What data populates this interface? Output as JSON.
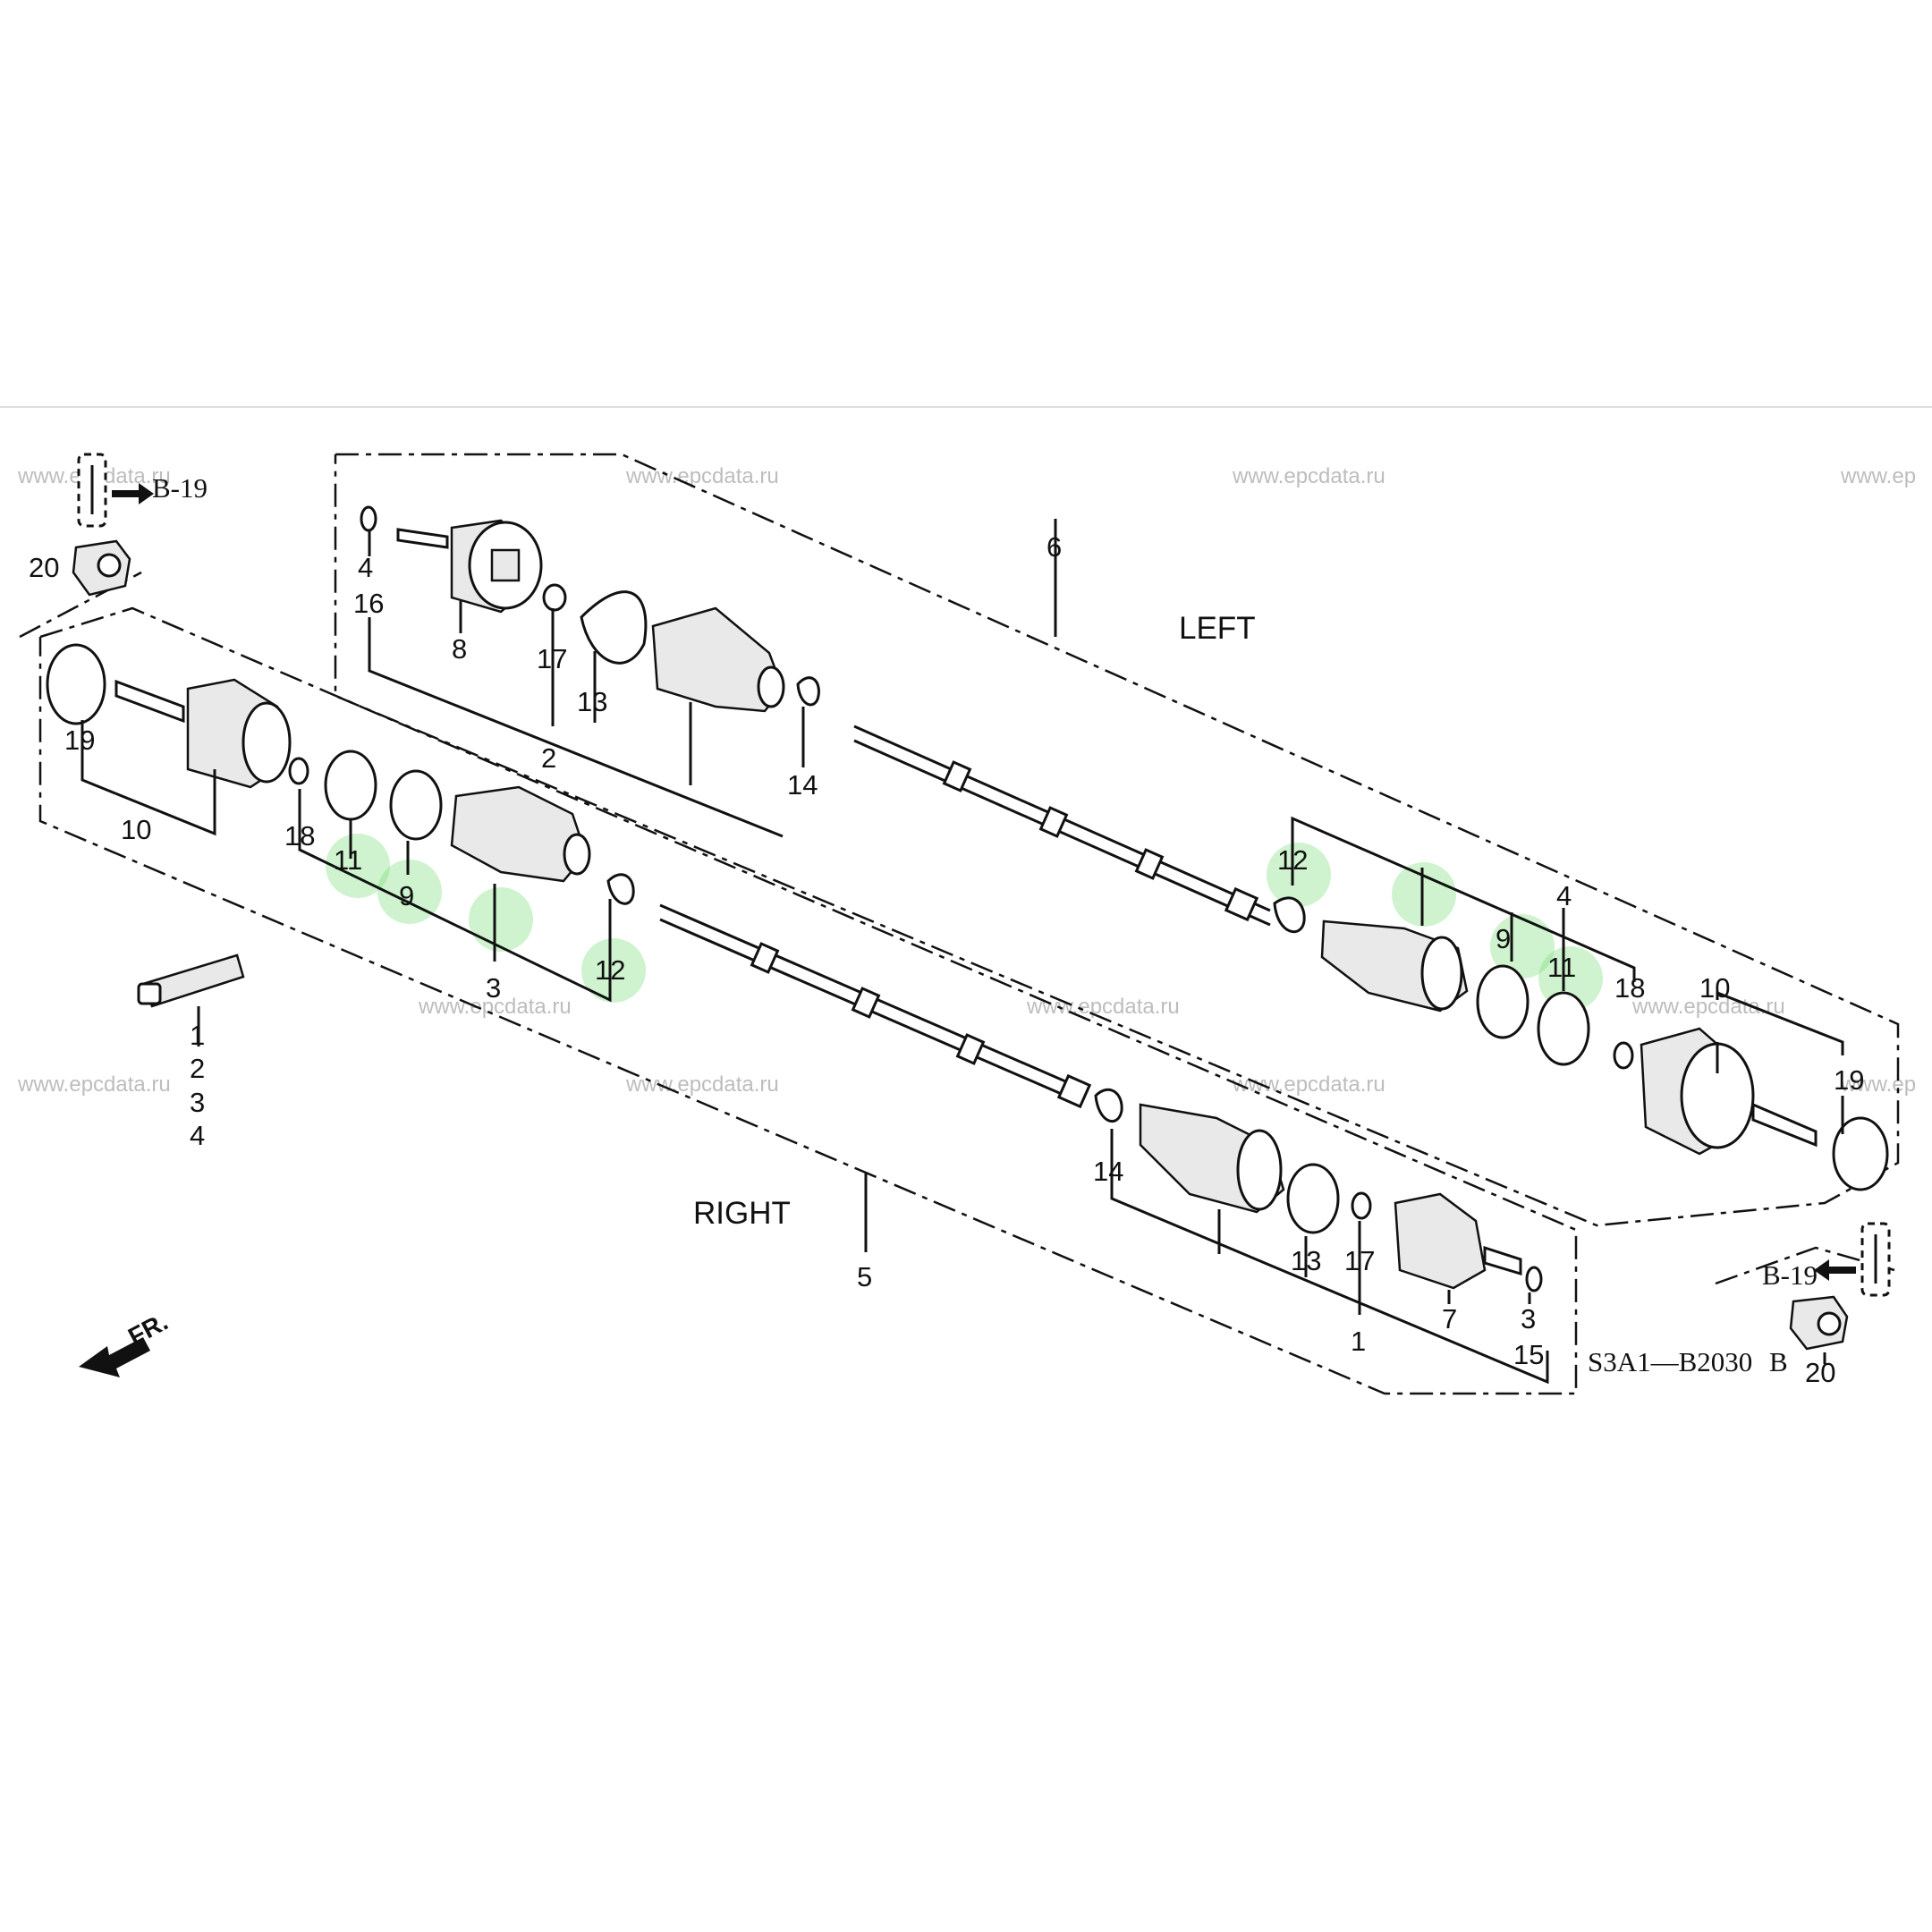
{
  "diagram": {
    "ref_code": "S3A1—B2030",
    "ref_suffix": "B",
    "section_left": "LEFT",
    "section_right": "RIGHT",
    "direction": "FR.",
    "ref_link": "B-19",
    "watermark": "www.epcdata.ru",
    "watermark_partial": "www.ep",
    "highlight_color": "#7ee07e"
  },
  "callouts": {
    "c1": "1",
    "c2": "2",
    "c3": "3",
    "c4": "4",
    "c5": "5",
    "c6": "6",
    "c7": "7",
    "c8": "8",
    "c9": "9",
    "c10": "10",
    "c11": "11",
    "c12": "12",
    "c13": "13",
    "c14": "14",
    "c15": "15",
    "c16": "16",
    "c17": "17",
    "c18": "18",
    "c19": "19",
    "c20": "20"
  }
}
